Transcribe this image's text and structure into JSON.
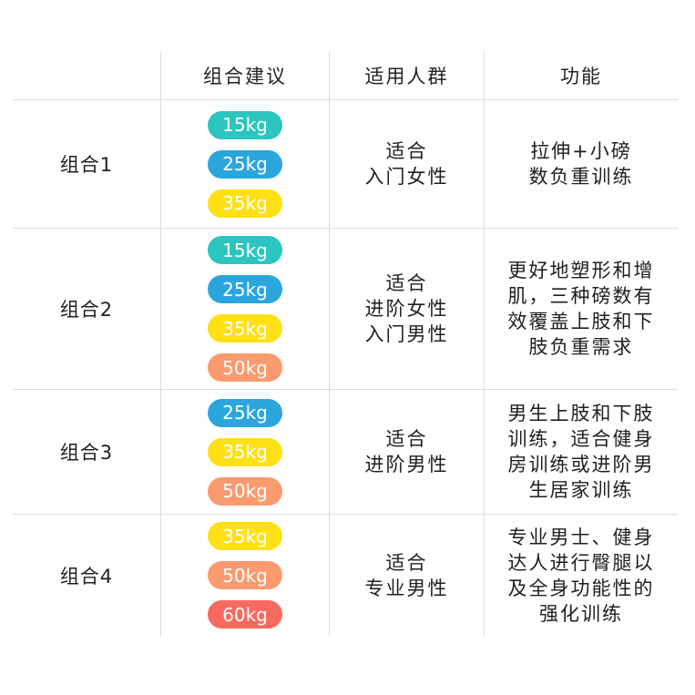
{
  "header": {
    "blank": "",
    "combo": "组合建议",
    "audience": "适用人群",
    "function": "功能"
  },
  "colors": {
    "15kg": "#2cc5c0",
    "25kg": "#2aa6dd",
    "35kg": "#ffe014",
    "50kg": "#fb9a6e",
    "60kg": "#f76a60"
  },
  "rows": [
    {
      "name": "组合1",
      "weights": [
        "15kg",
        "25kg",
        "35kg"
      ],
      "audience": [
        "适合",
        "入门女性"
      ],
      "function": [
        "拉伸+小磅",
        "数负重训练"
      ]
    },
    {
      "name": "组合2",
      "weights": [
        "15kg",
        "25kg",
        "35kg",
        "50kg"
      ],
      "audience": [
        "适合",
        "进阶女性",
        "入门男性"
      ],
      "function": [
        "更好地塑形和增",
        "肌，三种磅数有",
        "效覆盖上肢和下",
        "肢负重需求"
      ]
    },
    {
      "name": "组合3",
      "weights": [
        "25kg",
        "35kg",
        "50kg"
      ],
      "audience": [
        "适合",
        "进阶男性"
      ],
      "function": [
        "男生上肢和下肢",
        "训练，适合健身",
        "房训练或进阶男",
        "生居家训练"
      ]
    },
    {
      "name": "组合4",
      "weights": [
        "35kg",
        "50kg",
        "60kg"
      ],
      "audience": [
        "适合",
        "专业男性"
      ],
      "function": [
        "专业男士、健身",
        "达人进行臀腿以",
        "及全身功能性的",
        "强化训练"
      ]
    }
  ]
}
